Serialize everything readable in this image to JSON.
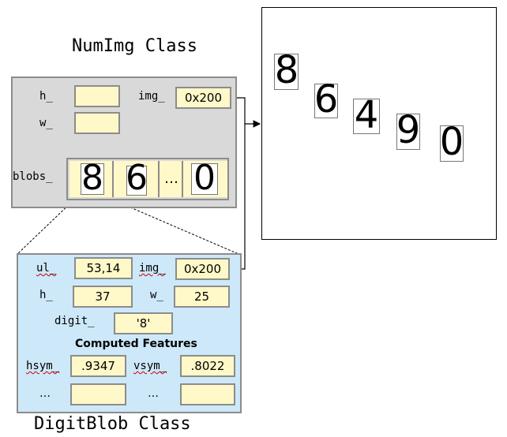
{
  "numimg": {
    "title": "NumImg Class",
    "fields": {
      "h_label": "h_",
      "w_label": "w_",
      "img_label": "img_",
      "img_value": "0x200",
      "blobs_label": "blobs_"
    },
    "blobs": [
      "8",
      "6",
      "…",
      "0"
    ]
  },
  "canvas": {
    "digits": [
      "8",
      "6",
      "4",
      "9",
      "0"
    ]
  },
  "digitblob": {
    "title": "DigitBlob Class",
    "fields": {
      "ul_label": "ul_",
      "ul_value": "53,14",
      "img_label": "img_",
      "img_value": "0x200",
      "h_label": "h_",
      "h_value": "37",
      "w_label": "w_",
      "w_value": "25",
      "digit_label": "digit_",
      "digit_value": "'8'",
      "computed_heading": "Computed Features",
      "hsym_label": "hsym_",
      "hsym_value": ".9347",
      "vsym_label": "vsym_",
      "vsym_value": ".8022",
      "more_left_label": "…",
      "more_right_label": "…"
    }
  },
  "colors": {
    "numimg_panel": "#d9d9d9",
    "digitblob_panel": "#cde8f9",
    "value_cell": "#fff8c8",
    "border": "#8c8c8c"
  }
}
